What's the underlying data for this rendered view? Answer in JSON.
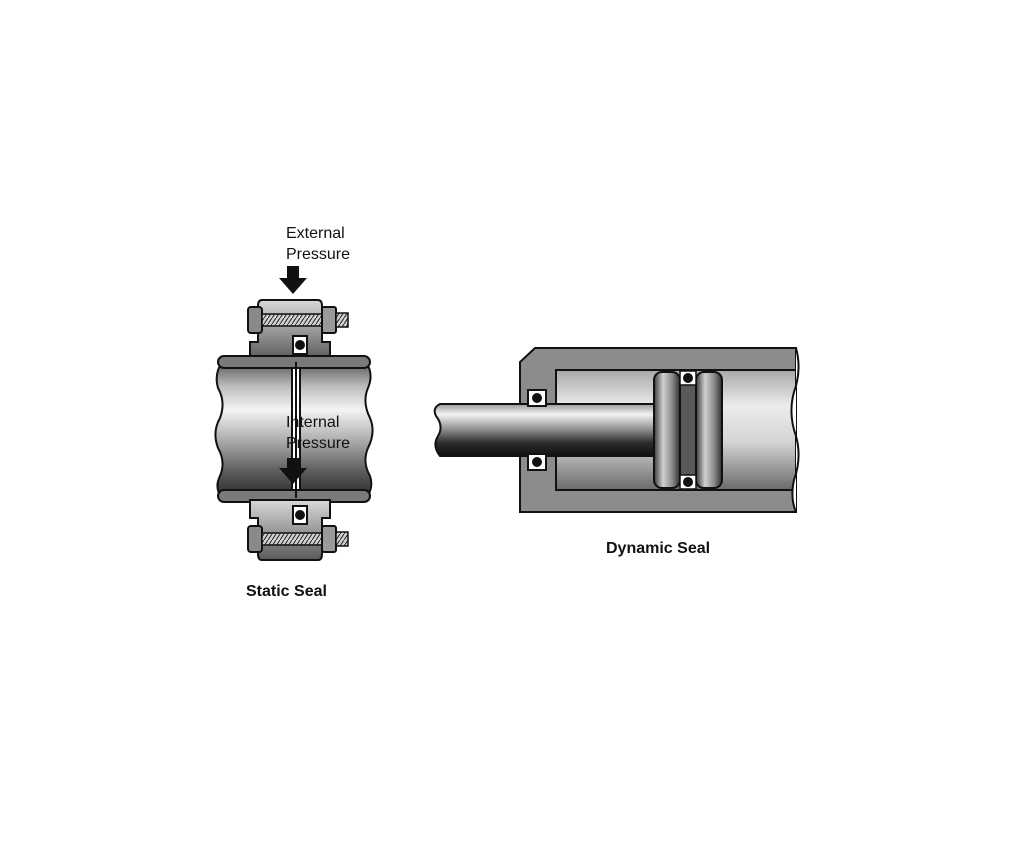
{
  "labels": {
    "external_pressure_line1": "External",
    "external_pressure_line2": "Pressure",
    "internal_pressure_line1": "Internal",
    "internal_pressure_line2": "Pressure",
    "static_seal": "Static Seal",
    "dynamic_seal": "Dynamic Seal"
  },
  "colors": {
    "outline": "#111111",
    "metal_dark": "#3a3a3a",
    "metal_mid": "#9a9a9a",
    "metal_light": "#e6e6e6",
    "housing": "#8c8c8c"
  }
}
